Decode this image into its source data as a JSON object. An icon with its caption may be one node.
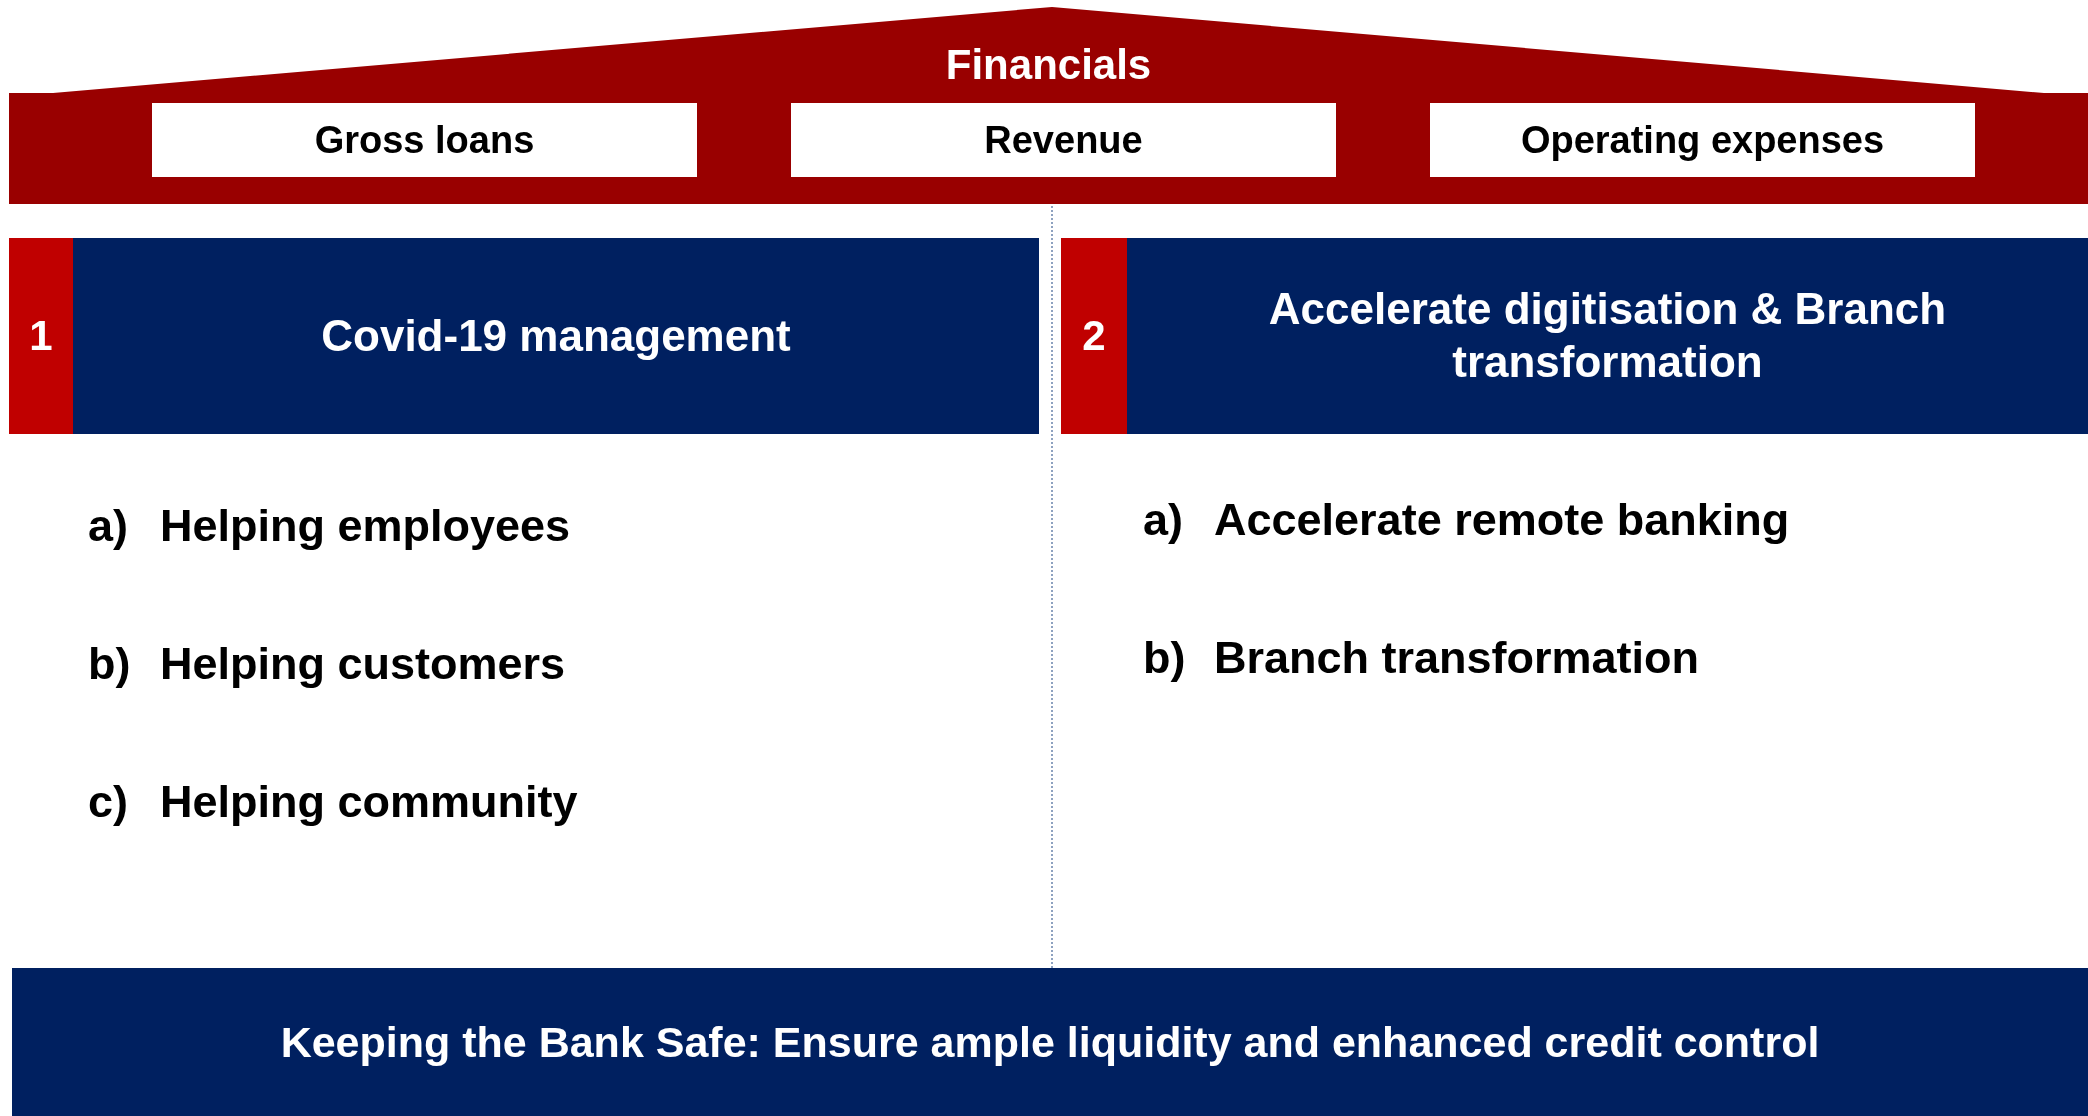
{
  "diagram": {
    "nodes": [
      {
        "text": [
          "Financials"
        ]
      },
      {
        "text": [
          "Gross loans"
        ],
        "in": 0
      },
      {
        "text": [
          "Revenue"
        ],
        "in": 0
      },
      {
        "text": [
          "Operating expenses"
        ],
        "in": 0
      },
      {
        "text": [
          "1"
        ]
      },
      {
        "text": [
          "Covid-19 management"
        ]
      },
      {
        "text": [
          "2"
        ]
      },
      {
        "text": [
          "Accelerate digitisation & Branch transformation"
        ]
      },
      {
        "text": [
          "Keeping the Bank Safe: Ensure ample liquidity and enhanced credit control"
        ]
      }
    ],
    "labels": [
      "a)",
      "Helping employees",
      "b)",
      "Helping customers",
      "c)",
      "Helping community",
      "a)",
      "Accelerate remote banking",
      "b)",
      "Branch transformation"
    ]
  }
}
